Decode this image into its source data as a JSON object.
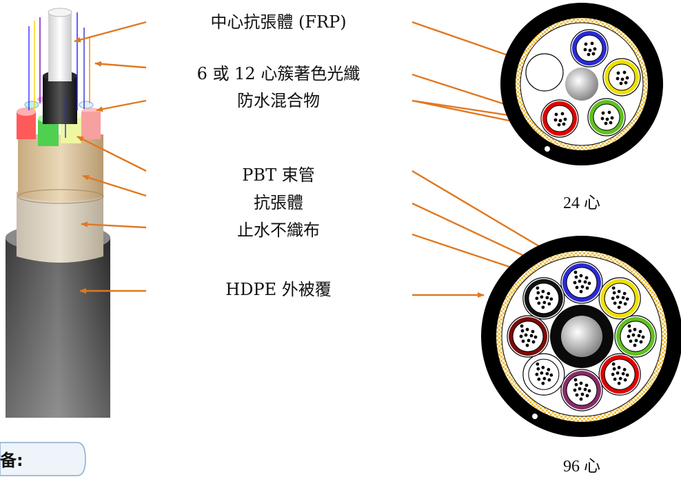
{
  "labels": {
    "frp": "中心抗張體 (FRP)",
    "fiber": "6 或 12 心簇著色光纖",
    "gel": "防水混合物",
    "pbt": "PBT 束管",
    "strength": "抗張體",
    "tape": "止水不織布",
    "jacket": "HDPE 外被覆"
  },
  "captions": {
    "c24": "24 心",
    "c96": "96 心"
  },
  "badge": {
    "text": "备:"
  },
  "colors": {
    "arrow": "#e07820",
    "jacket": "#000000",
    "tube_blue": "#2a2ad8",
    "tube_yellow": "#f0e000",
    "tube_red": "#e00000",
    "tube_green": "#60c020",
    "tube_maroon": "#7a0a0a",
    "tube_purple": "#8a2a6a",
    "yarn": "#f0c040"
  }
}
